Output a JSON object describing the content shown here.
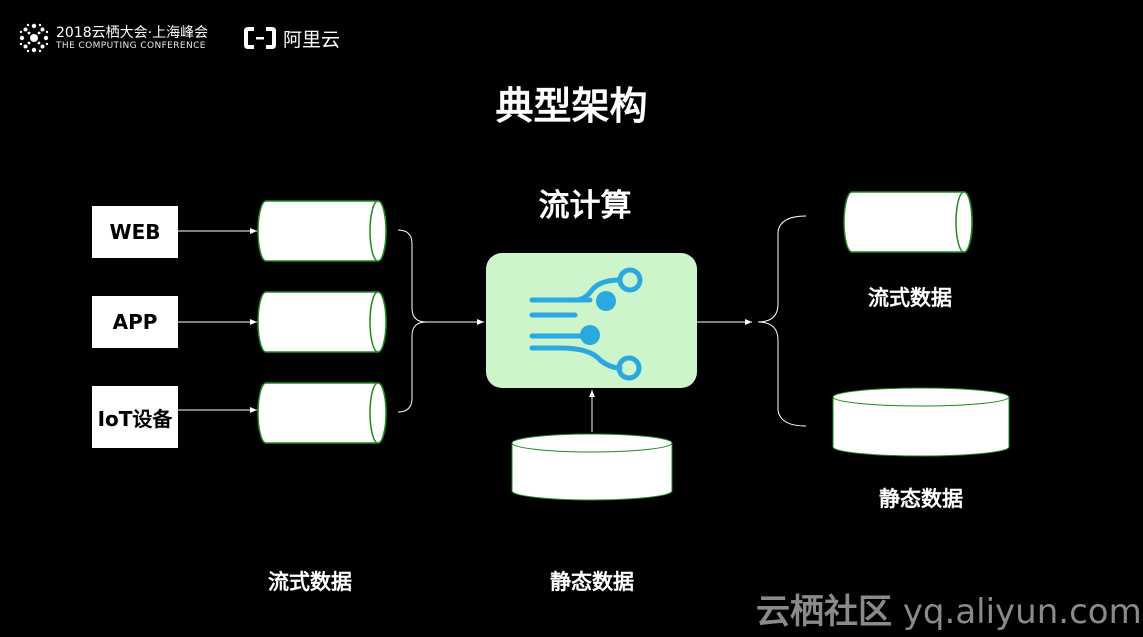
{
  "header": {
    "conference_name": "2018云栖大会·上海峰会",
    "conference_subtitle": "THE COMPUTING CONFERENCE",
    "brand_name": "阿里云",
    "logo_icon": "conference-logo-icon",
    "brand_icon": "aliyun-bracket-icon"
  },
  "title": "典型架构",
  "diagram": {
    "center_label": "流计算",
    "center_icon": "stream-branch-icon",
    "sources": [
      {
        "label": "WEB"
      },
      {
        "label": "APP"
      },
      {
        "label": "IoT设备"
      }
    ],
    "output_stream_label": "流式数据",
    "output_static_label": "静态数据",
    "input_static_label": "静态数据",
    "bottom_stream_label": "流式数据",
    "colors": {
      "background": "#000000",
      "engine_fill": "#ccf5cc",
      "icon_blue": "#2ba8e0",
      "queue_outline": "#1f8a1f"
    }
  },
  "watermark": {
    "site_cn": "云栖社区",
    "site_url": "yq.aliyun.com"
  }
}
